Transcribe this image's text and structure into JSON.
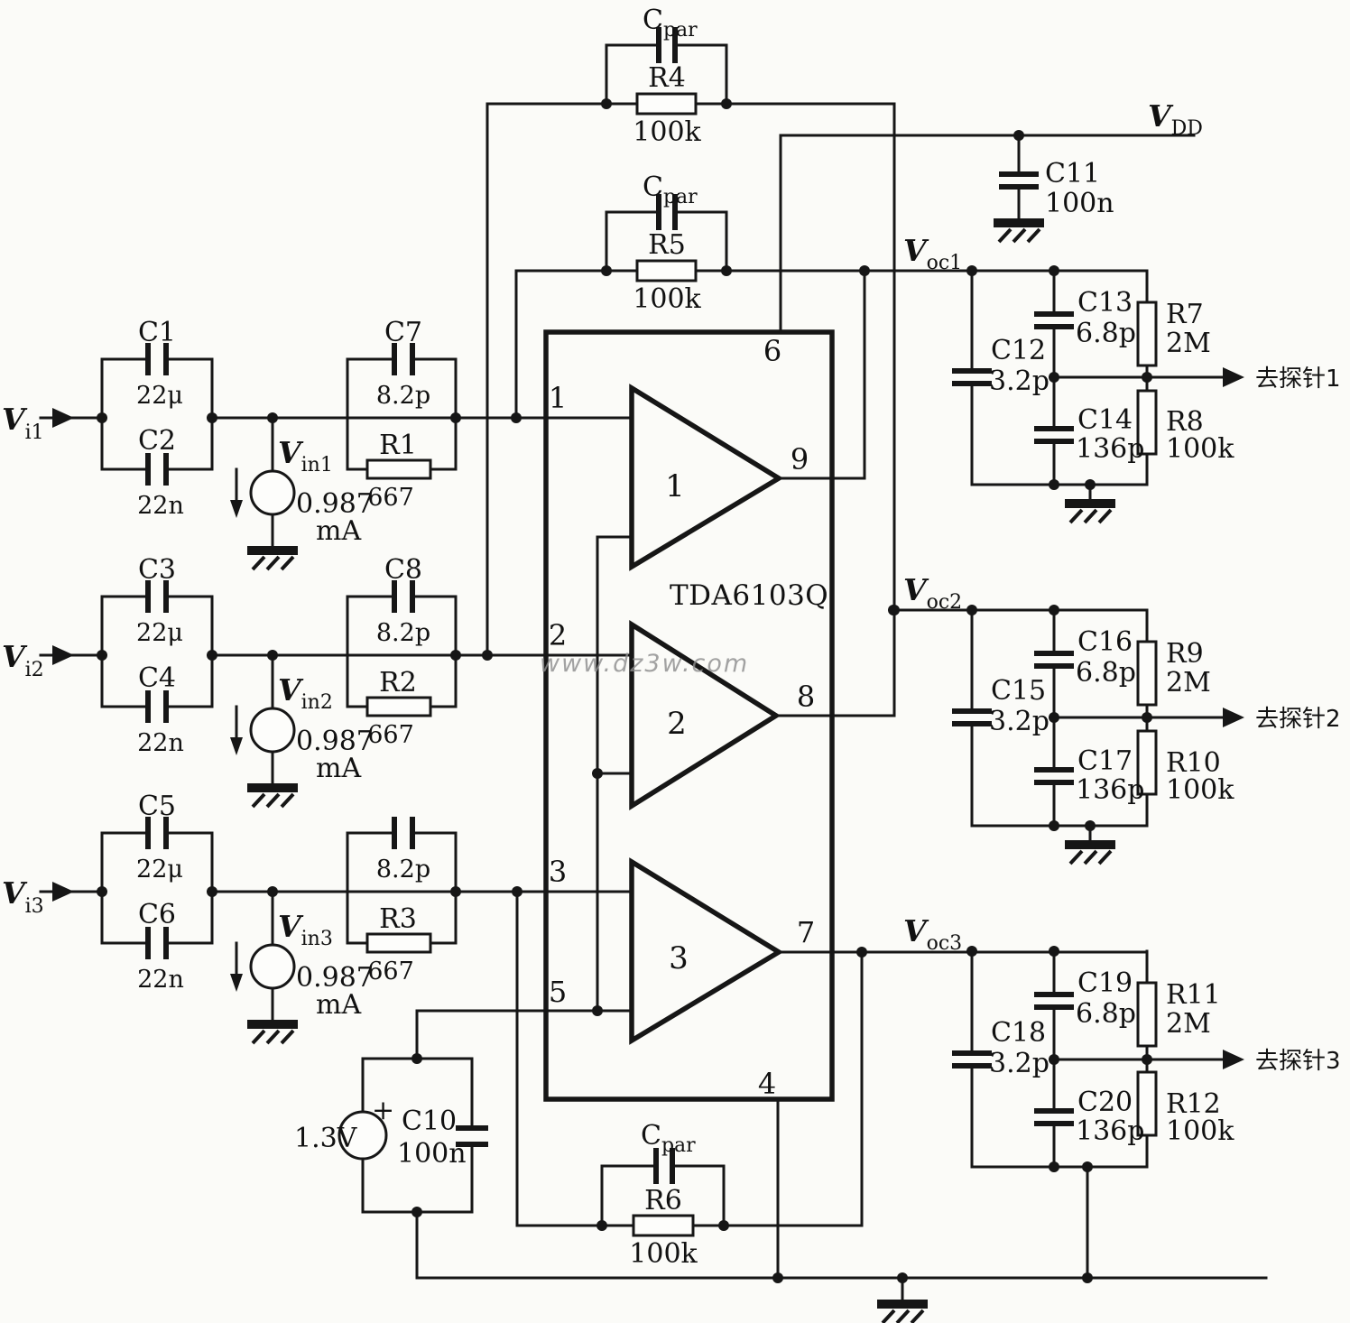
{
  "ic": {
    "name": "TDA6103Q",
    "pin1": "1",
    "pin2": "2",
    "pin3": "3",
    "pin4": "4",
    "pin5": "5",
    "pin6": "6",
    "pin7": "7",
    "pin8": "8",
    "pin9": "9",
    "amp1": "1",
    "amp2": "2",
    "amp3": "3"
  },
  "channels": {
    "ch1": {
      "in_v": "V",
      "in_sub": "i1",
      "ctop_name": "C1",
      "ctop_value": "22μ",
      "cbot_name": "C2",
      "cbot_value": "22n",
      "src_v": "V",
      "src_sub": "in1",
      "src_value": "0.987",
      "src_unit": "mA",
      "fc_name": "C7",
      "fc_value": "8.2p",
      "fr_name": "R1",
      "fr_value": "667"
    },
    "ch2": {
      "in_v": "V",
      "in_sub": "i2",
      "ctop_name": "C3",
      "ctop_value": "22μ",
      "cbot_name": "C4",
      "cbot_value": "22n",
      "src_v": "V",
      "src_sub": "in2",
      "src_value": "0.987",
      "src_unit": "mA",
      "fc_name": "C8",
      "fc_value": "8.2p",
      "fr_name": "R2",
      "fr_value": "667"
    },
    "ch3": {
      "in_v": "V",
      "in_sub": "i3",
      "ctop_name": "C5",
      "ctop_value": "22μ",
      "cbot_name": "C6",
      "cbot_value": "22n",
      "src_v": "V",
      "src_sub": "in3",
      "src_value": "0.987",
      "src_unit": "mA",
      "fc_name": "",
      "fc_value": "8.2p",
      "fr_name": "R3",
      "fr_value": "667"
    }
  },
  "feedback": {
    "r4": {
      "cap": "C",
      "cap_sub": "par",
      "name": "R4",
      "value": "100k"
    },
    "r5": {
      "cap": "C",
      "cap_sub": "par",
      "name": "R5",
      "value": "100k"
    },
    "r6": {
      "cap": "C",
      "cap_sub": "par",
      "name": "R6",
      "value": "100k"
    }
  },
  "power": {
    "vdd_v": "V",
    "vdd_sub": "DD",
    "c11_name": "C11",
    "c11_value": "100n",
    "vref_value": "1.3V",
    "vref_plus": "+",
    "c10_name": "C10",
    "c10_value": "100n"
  },
  "outputs": {
    "out1": {
      "voc_v": "V",
      "voc_sub": "oc1",
      "cleft_name": "C12",
      "cleft_value": "3.2p",
      "cmtop_name": "C13",
      "cmtop_value": "6.8p",
      "cmbot_name": "C14",
      "cmbot_value": "136p",
      "rtop_name": "R7",
      "rtop_value": "2M",
      "rbot_name": "R8",
      "rbot_value": "100k",
      "probe": "去探针1"
    },
    "out2": {
      "voc_v": "V",
      "voc_sub": "oc2",
      "cleft_name": "C15",
      "cleft_value": "3.2p",
      "cmtop_name": "C16",
      "cmtop_value": "6.8p",
      "cmbot_name": "C17",
      "cmbot_value": "136p",
      "rtop_name": "R9",
      "rtop_value": "2M",
      "rbot_name": "R10",
      "rbot_value": "100k",
      "probe": "去探针2"
    },
    "out3": {
      "voc_v": "V",
      "voc_sub": "oc3",
      "cleft_name": "C18",
      "cleft_value": "3.2p",
      "cmtop_name": "C19",
      "cmtop_value": "6.8p",
      "cmbot_name": "C20",
      "cmbot_value": "136p",
      "rtop_name": "R11",
      "rtop_value": "2M",
      "rbot_name": "R12",
      "rbot_value": "100k",
      "probe": "去探针3"
    }
  },
  "watermark": "www.dz3w.com"
}
